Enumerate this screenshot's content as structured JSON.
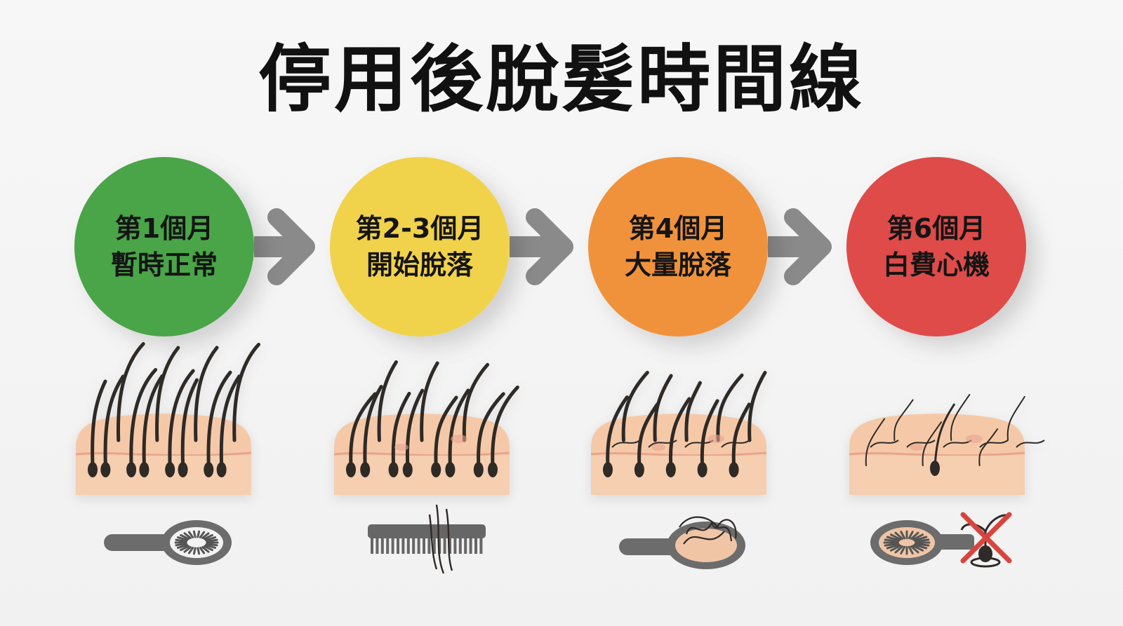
{
  "title": "停用後脫髮時間線",
  "stages": [
    {
      "month": "第1個月",
      "status": "暫時正常",
      "color": "#4aa546"
    },
    {
      "month": "第2-3個月",
      "status": "開始脫落",
      "color": "#f1d24c"
    },
    {
      "month": "第4個月",
      "status": "大量脫落",
      "color": "#f0923a"
    },
    {
      "month": "第6個月",
      "status": "白費心機",
      "color": "#de4c48"
    }
  ],
  "colors": {
    "arrow": "#8a8a8a",
    "skin": "#f5c9a8",
    "skin_line": "#e8a48f",
    "hair": "#2f2a28",
    "tool": "#6c6c6c",
    "cross": "#d8453c"
  },
  "icons": [
    "brush-icon",
    "comb-icon",
    "brush-with-hair-icon",
    "brush-icon",
    "no-hair-icon"
  ]
}
